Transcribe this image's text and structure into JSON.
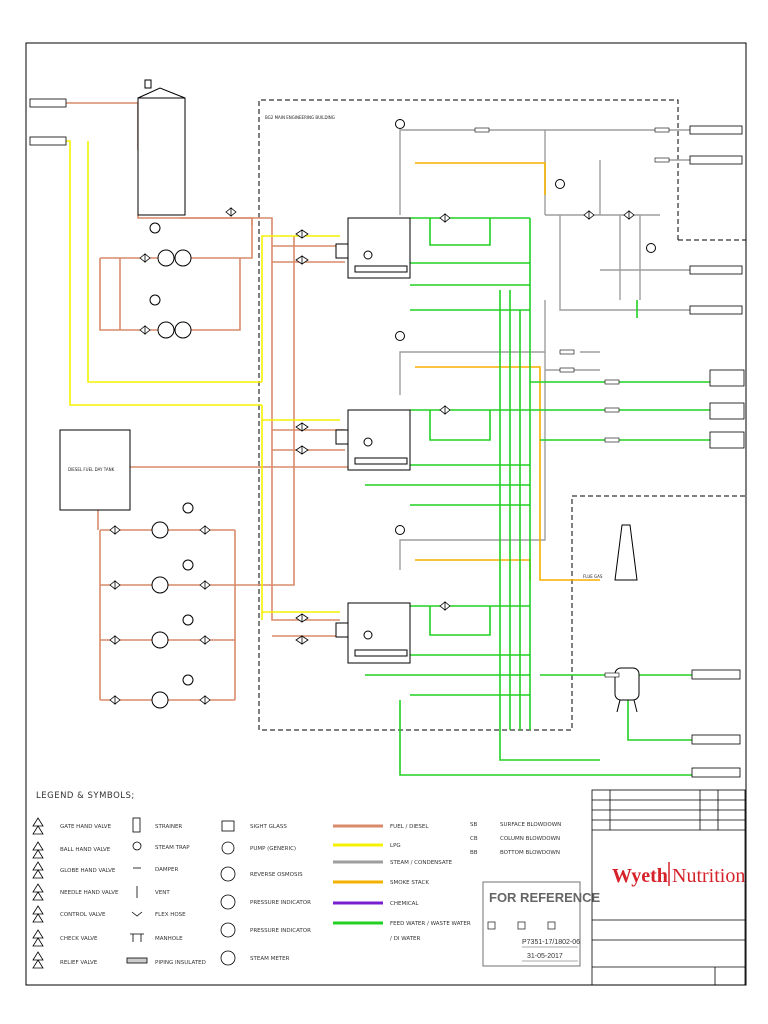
{
  "colors": {
    "fuel": "#d98a6a",
    "lpg": "#f5f200",
    "steam": "#9e9e9e",
    "smoke": "#f5b000",
    "chemical": "#7a1fd0",
    "water": "#22d022",
    "line": "#000000",
    "brand": "#d6222a"
  },
  "building": {
    "label": "BG2 MAIN ENGINEERING BUILDING"
  },
  "tank": {
    "label": "DIESEL FUEL DAY TANK"
  },
  "stack": {
    "label": "FLUE GAS"
  },
  "legend": {
    "title": "LEGEND & SYMBOLS;",
    "symbols": [
      {
        "label": "GATE HAND VALVE",
        "icon": "gate-valve-icon"
      },
      {
        "label": "BALL HAND VALVE",
        "icon": "ball-valve-icon"
      },
      {
        "label": "GLOBE HAND VALVE",
        "icon": "globe-valve-icon"
      },
      {
        "label": "NEEDLE HAND VALVE",
        "icon": "needle-valve-icon"
      },
      {
        "label": "CONTROL VALVE",
        "icon": "control-valve-icon"
      },
      {
        "label": "CHECK VALVE",
        "icon": "check-valve-icon"
      },
      {
        "label": "RELIEF VALVE",
        "icon": "relief-valve-icon"
      },
      {
        "label": "STRAINER",
        "icon": "strainer-icon"
      },
      {
        "label": "STEAM TRAP",
        "icon": "steam-trap-icon"
      },
      {
        "label": "DAMPER",
        "icon": "damper-icon"
      },
      {
        "label": "VENT",
        "icon": "vent-icon"
      },
      {
        "label": "FLEX HOSE",
        "icon": "flex-hose-icon"
      },
      {
        "label": "MANHOLE",
        "icon": "manhole-icon"
      },
      {
        "label": "PIPING INSULATED",
        "icon": "insulated-pipe-icon"
      },
      {
        "label": "SIGHT GLASS",
        "icon": "sight-glass-icon"
      },
      {
        "label": "PUMP (GENERIC)",
        "icon": "pump-icon"
      },
      {
        "label": "REVERSE OSMOSIS",
        "icon": "reverse-osmosis-icon"
      },
      {
        "label": "PRESSURE INDICATOR",
        "icon": "pressure-indicator-icon"
      },
      {
        "label": "PRESSURE INDICATOR",
        "icon": "flow-indicator-icon"
      },
      {
        "label": "STEAM METER",
        "icon": "steam-meter-icon"
      }
    ],
    "lines": [
      {
        "label": "FUEL / DIESEL",
        "color": "#d98a6a"
      },
      {
        "label": "LPG",
        "color": "#f5f200"
      },
      {
        "label": "STEAM / CONDENSATE",
        "color": "#9e9e9e"
      },
      {
        "label": "SMOKE STACK",
        "color": "#f5b000"
      },
      {
        "label": "CHEMICAL",
        "color": "#7a1fd0"
      },
      {
        "label": "FEED WATER / WASTE WATER",
        "label2": "/ DI WATER",
        "color": "#22d022"
      }
    ],
    "abbreviations": [
      {
        "code": "SB",
        "label": "SURFACE BLOWDOWN"
      },
      {
        "code": "CB",
        "label": "COLUMN BLOWDOWN"
      },
      {
        "code": "BB",
        "label": "BOTTOM BLOWDOWN"
      }
    ]
  },
  "stamp": {
    "title": "FOR REFERENCE",
    "doc_number": "P7351-17/1802-06",
    "date": "31-05-2017"
  },
  "brand": {
    "left": "Wyeth",
    "right": "Nutrition"
  }
}
